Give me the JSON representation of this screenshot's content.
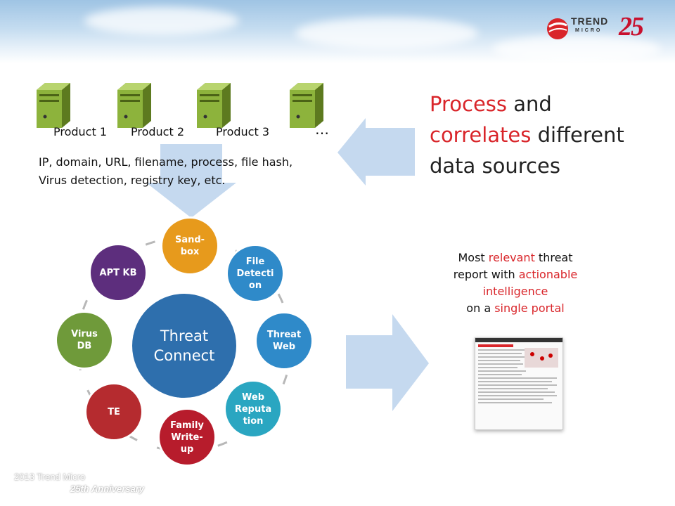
{
  "products": [
    {
      "label": "Product 1"
    },
    {
      "label": "Product 2"
    },
    {
      "label": "Product 3"
    },
    {
      "label": "…"
    }
  ],
  "data_sources_text": {
    "line1": "IP, domain, URL, filename, process, file hash,",
    "line2": "Virus detection, registry key, etc."
  },
  "process_text": {
    "w1": "Process",
    "w2": " and",
    "w3": "correlates",
    "w4": " different",
    "w5": "data sources"
  },
  "hub": {
    "center_line1": "Threat",
    "center_line2": "Connect",
    "nodes": [
      {
        "label": "Sand-\nbox",
        "color": "#e79a1c"
      },
      {
        "label": "File\nDetecti\non",
        "color": "#2f8ac9"
      },
      {
        "label": "Threat\nWeb",
        "color": "#2f8ac9"
      },
      {
        "label": "Web\nReputa\ntion",
        "color": "#2aa6c1"
      },
      {
        "label": "Family\nWrite-\nup",
        "color": "#b71c2c"
      },
      {
        "label": "TE",
        "color": "#b52b2f"
      },
      {
        "label": "Virus\nDB",
        "color": "#6f9a3a"
      },
      {
        "label": "APT KB",
        "color": "#5d2e7d"
      }
    ]
  },
  "report_text": {
    "a": "Most ",
    "b": "relevant",
    "c": " threat",
    "d": "report with ",
    "e": "actionable",
    "f": "intelligence",
    "g": "on a ",
    "h": "single portal"
  },
  "footer": {
    "line1": "2013 Trend Micro",
    "line2": "25th Anniversary"
  },
  "logo": {
    "brand_top": "TREND",
    "brand_bottom": "MICRO",
    "anniversary_mark": "25"
  },
  "colors": {
    "accent_red": "#d9252a",
    "arrow_blue": "#c5d9ef",
    "hub_center": "#2e6fad"
  }
}
